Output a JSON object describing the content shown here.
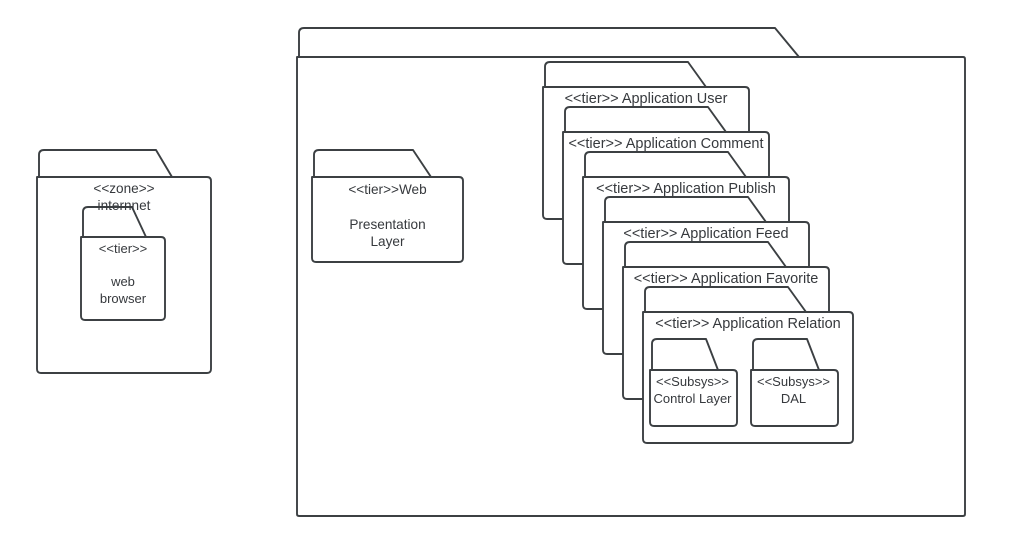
{
  "diagram": {
    "type": "uml-package-diagram",
    "title": "",
    "stroke_color": "#3c4043",
    "fill_color": "#ffffff",
    "text_color": "#36393d"
  },
  "zone_package": {
    "stereotype": "<<zone>>",
    "name": "internnet",
    "label": "<<zone>>\ninternnet",
    "children": [
      {
        "stereotype": "<<tier>>",
        "name": "web\nbrowser",
        "label": "<<tier>>\n\nweb\nbrowser"
      }
    ]
  },
  "system_package": {
    "stereotype": "",
    "name": "",
    "label": ""
  },
  "web_layer_package": {
    "stereotype": "<<tier>>",
    "name": "Web Presentation Layer",
    "label": "<<tier>>Web\n\nPresentation\nLayer"
  },
  "tier_stack": [
    {
      "stereotype": "<<tier>>",
      "name": "Application User",
      "label": "<<tier>> Application User"
    },
    {
      "stereotype": "<<tier>>",
      "name": "Application Comment",
      "label": "<<tier>> Application Comment"
    },
    {
      "stereotype": "<<tier>>",
      "name": "Application Publish",
      "label": "<<tier>> Application Publish"
    },
    {
      "stereotype": "<<tier>>",
      "name": "Application Feed",
      "label": "<<tier>> Application Feed"
    },
    {
      "stereotype": "<<tier>>",
      "name": "Application Favorite",
      "label": "<<tier>> Application Favorite"
    },
    {
      "stereotype": "<<tier>>",
      "name": "Application Relation",
      "label": "<<tier>> Application Relation"
    }
  ],
  "subsystems": [
    {
      "stereotype": "<<Subsys>>",
      "name": "Control Layer",
      "label": "<<Subsys>>\nControl Layer"
    },
    {
      "stereotype": "<<Subsys>>",
      "name": "DAL",
      "label": "<<Subsys>>\nDAL"
    }
  ]
}
